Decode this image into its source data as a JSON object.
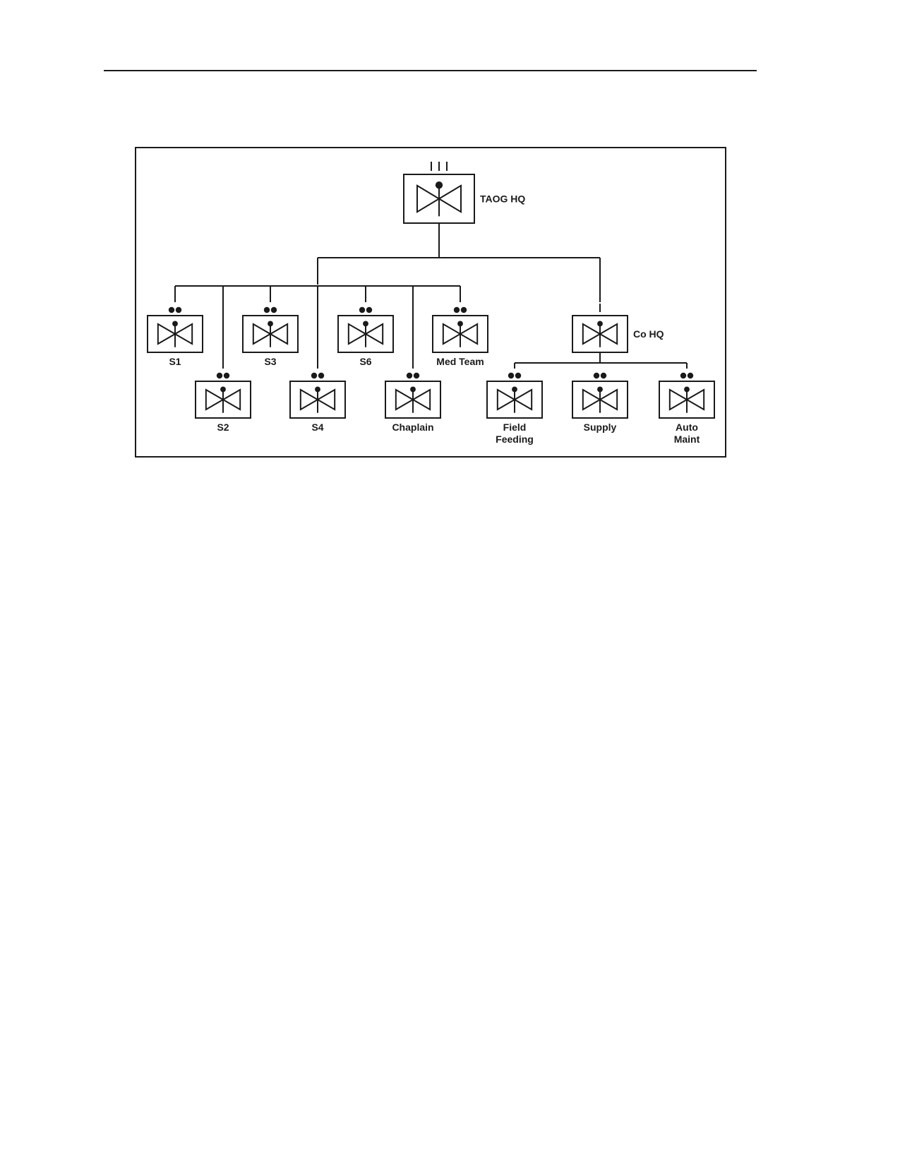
{
  "colors": {
    "ink": "#1a1a1a",
    "background": "#ffffff"
  },
  "org_chart": {
    "root": {
      "label": "TAOG HQ",
      "echelon_mark": "III",
      "symbol": "unit-symbol-icon"
    },
    "staff": [
      {
        "label": "S1",
        "echelon_mark": "••"
      },
      {
        "label": "S2",
        "echelon_mark": "••"
      },
      {
        "label": "S3",
        "echelon_mark": "••"
      },
      {
        "label": "S4",
        "echelon_mark": "••"
      },
      {
        "label": "S6",
        "echelon_mark": "••"
      },
      {
        "label": "Chaplain",
        "echelon_mark": "••"
      },
      {
        "label": "Med Team",
        "echelon_mark": "••"
      }
    ],
    "company": {
      "label": "Co HQ",
      "echelon_mark": "|",
      "children": [
        {
          "label_lines": [
            "Field",
            "Feeding"
          ],
          "echelon_mark": "••"
        },
        {
          "label_lines": [
            "Supply"
          ],
          "echelon_mark": "••"
        },
        {
          "label_lines": [
            "Auto",
            "Maint"
          ],
          "echelon_mark": "••"
        }
      ]
    }
  }
}
